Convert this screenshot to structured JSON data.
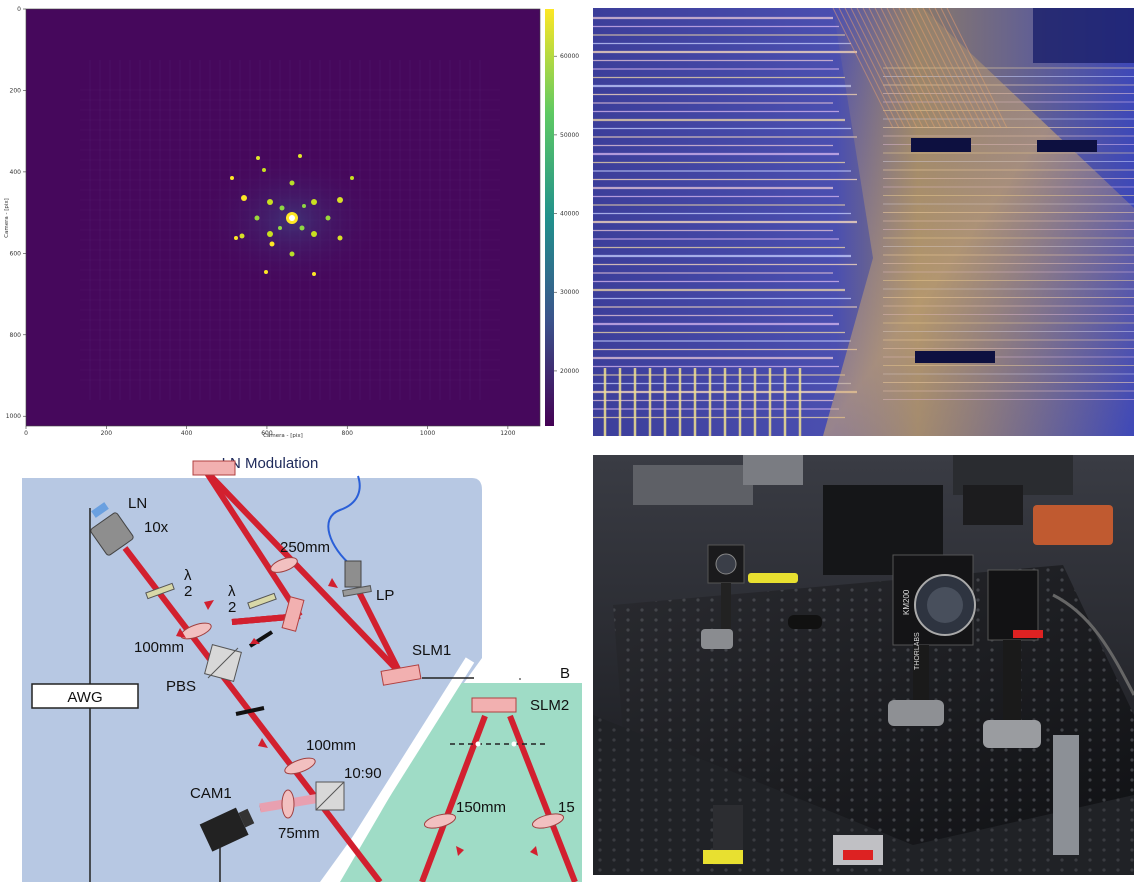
{
  "heatmap": {
    "x_ticks": [
      "0",
      "200",
      "400",
      "600",
      "800",
      "1000",
      "1200"
    ],
    "y_ticks": [
      "0",
      "200",
      "400",
      "600",
      "800",
      "1000"
    ],
    "xlabel": "Camera - [pix]",
    "ylabel": "Camera - [pix]",
    "colorbar_ticks": [
      "60000",
      "50000",
      "40000",
      "30000",
      "20000"
    ],
    "colors": {
      "background": "#46085c",
      "mid": "#31688e",
      "high": "#fde725"
    }
  },
  "diagram": {
    "title": "LN Modulation",
    "labels": {
      "ln": "LN",
      "objective": "10x",
      "half_wave_1": "λ",
      "half_wave_1_den": "2",
      "half_wave_2": "λ",
      "half_wave_2_den": "2",
      "lens_250": "250mm",
      "lp": "LP",
      "lens_100_top": "100mm",
      "pbs": "PBS",
      "slm1": "SLM1",
      "awg": "AWG",
      "lens_100_bottom": "100mm",
      "splitter": "10:90",
      "cam1": "CAM1",
      "lens_75": "75mm",
      "slm2": "SLM2",
      "section_b": "B",
      "lens_150_left": "150mm",
      "lens_150_right": "15"
    },
    "colors": {
      "panel": "#b7c8e3",
      "beam": "#d2202f",
      "teal": "#9fdcc6"
    }
  },
  "photo": {
    "km200_label": "KM200",
    "thorlabs_label": "THORLABS"
  }
}
